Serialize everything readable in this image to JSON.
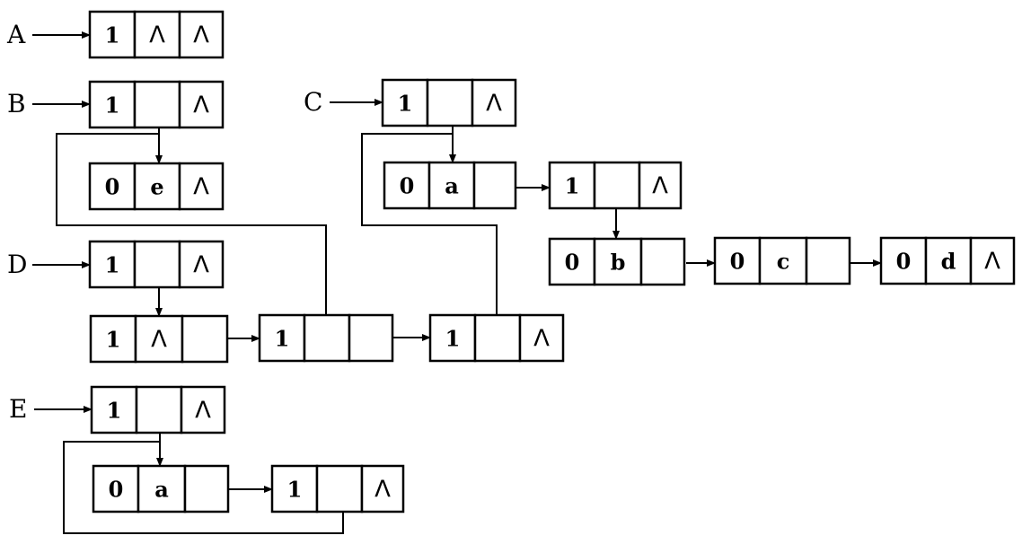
{
  "labels": {
    "A": "A",
    "B": "B",
    "C": "C",
    "D": "D",
    "E": "E"
  },
  "nil": "Λ",
  "nodes": {
    "a_head": [
      "1",
      "Λ",
      "Λ"
    ],
    "b_head": [
      "1",
      "",
      "Λ"
    ],
    "b_atom": [
      "0",
      "e",
      "Λ"
    ],
    "c_head": [
      "1",
      "",
      "Λ"
    ],
    "c_atom": [
      "0",
      "a",
      ""
    ],
    "c_list": [
      "1",
      "",
      "Λ"
    ],
    "c_b": [
      "0",
      "b",
      ""
    ],
    "c_c": [
      "0",
      "c",
      ""
    ],
    "c_d": [
      "0",
      "d",
      "Λ"
    ],
    "d_head": [
      "1",
      "",
      "Λ"
    ],
    "d_1": [
      "1",
      "Λ",
      ""
    ],
    "d_2": [
      "1",
      "",
      ""
    ],
    "d_3": [
      "1",
      "",
      "Λ"
    ],
    "e_head": [
      "1",
      "",
      "Λ"
    ],
    "e_atom": [
      "0",
      "a",
      ""
    ],
    "e_list": [
      "1",
      "",
      "Λ"
    ]
  },
  "colors": {
    "ink": "#000000",
    "paper": "#ffffff"
  }
}
